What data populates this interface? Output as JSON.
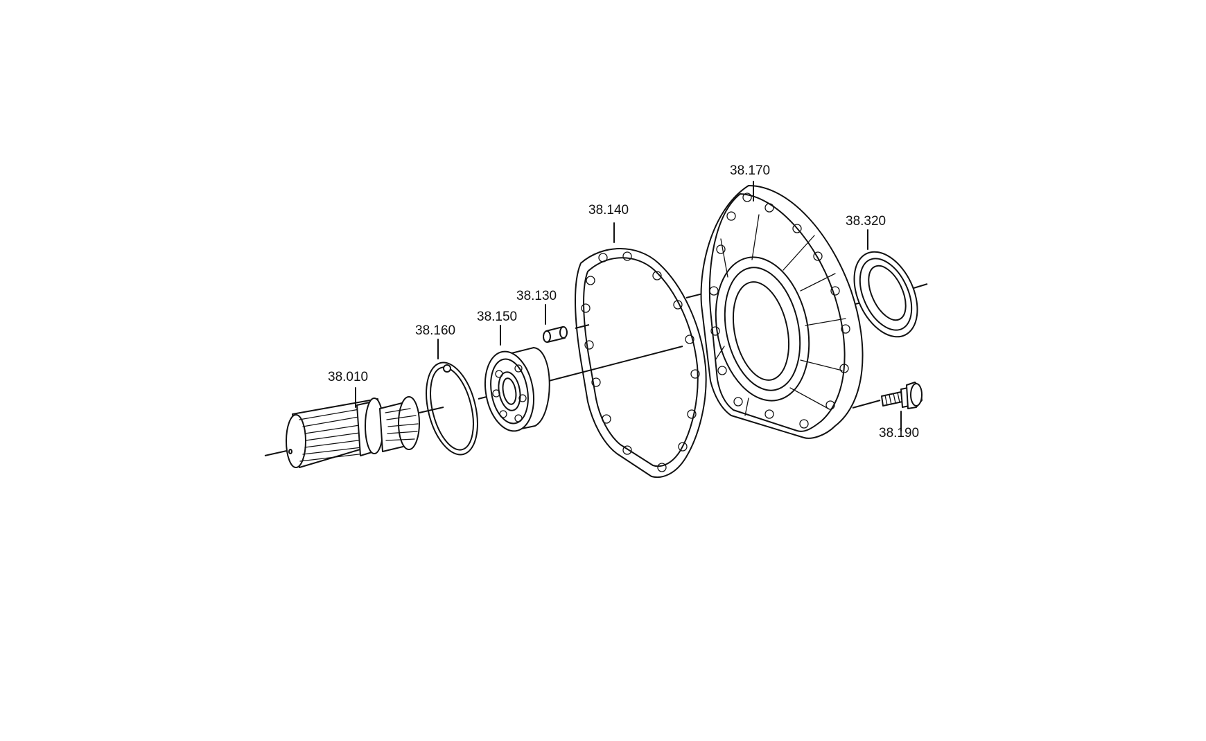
{
  "parts": [
    {
      "id": "shaft",
      "icon": "splined-shaft-icon",
      "label": "38.010"
    },
    {
      "id": "retaining-ring",
      "icon": "retaining-ring-icon",
      "label": "38.160"
    },
    {
      "id": "ball-bearing",
      "icon": "ball-bearing-icon",
      "label": "38.150"
    },
    {
      "id": "pin",
      "icon": "cylindrical-pin-icon",
      "label": "38.130"
    },
    {
      "id": "gasket",
      "icon": "gasket-icon",
      "label": "38.140"
    },
    {
      "id": "cover",
      "icon": "housing-cover-icon",
      "label": "38.170"
    },
    {
      "id": "shaft-seal",
      "icon": "shaft-seal-icon",
      "label": "38.320"
    },
    {
      "id": "hex-screw",
      "icon": "hex-screw-icon",
      "label": "38.190"
    }
  ],
  "colors": {
    "line": "#111111",
    "background": "#ffffff"
  }
}
